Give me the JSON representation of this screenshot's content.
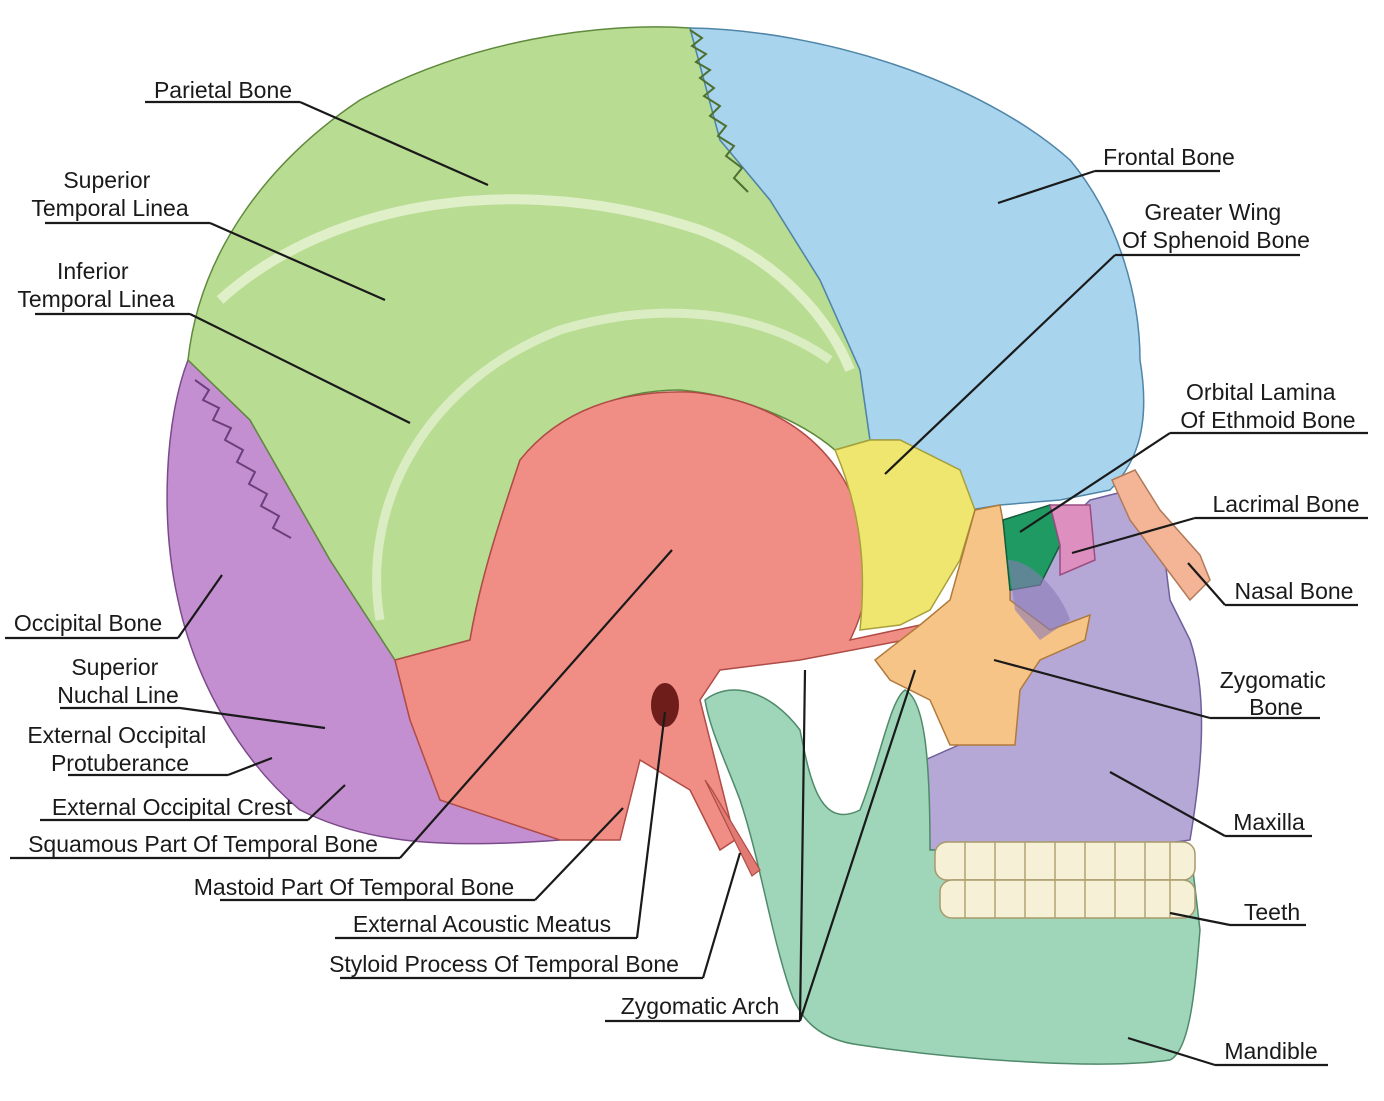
{
  "labels": {
    "parietal": [
      "Parietal Bone"
    ],
    "superior_temporal_linea": [
      "Superior",
      "Temporal Linea"
    ],
    "inferior_temporal_linea": [
      "Inferior",
      "Temporal Linea"
    ],
    "occipital": [
      "Occipital Bone"
    ],
    "superior_nuchal_line": [
      "Superior",
      "Nuchal Line"
    ],
    "external_occipital_protuberance": [
      "External Occipital",
      "Protuberance"
    ],
    "external_occipital_crest": [
      "External Occipital Crest"
    ],
    "squamous_temporal": [
      "Squamous Part Of Temporal Bone"
    ],
    "mastoid_temporal": [
      "Mastoid Part Of Temporal Bone"
    ],
    "external_acoustic_meatus": [
      "External Acoustic Meatus"
    ],
    "styloid_process": [
      "Styloid Process Of Temporal Bone"
    ],
    "zygomatic_arch": [
      "Zygomatic Arch"
    ],
    "frontal": [
      "Frontal Bone"
    ],
    "greater_wing_sphenoid": [
      "Greater Wing",
      "Of Sphenoid Bone"
    ],
    "orbital_lamina_ethmoid": [
      "Orbital Lamina",
      "Of Ethmoid Bone"
    ],
    "lacrimal": [
      "Lacrimal Bone"
    ],
    "nasal": [
      "Nasal Bone"
    ],
    "zygomatic_bone": [
      "Zygomatic",
      "Bone"
    ],
    "maxilla": [
      "Maxilla"
    ],
    "teeth": [
      "Teeth"
    ],
    "mandible": [
      "Mandible"
    ]
  },
  "colors": {
    "parietal": "#b9dc93",
    "frontal": "#a9d4ee",
    "occipital": "#c48fd0",
    "temporal": "#f08e86",
    "sphenoid": "#eee66e",
    "zygomatic": "#f6c486",
    "maxilla": "#b5a7d6",
    "mandible": "#9fd5b8",
    "ethmoid": "#1f9a63",
    "lacrimal": "#dd8fc0",
    "nasal": "#f3b596",
    "teeth": "#f6f0d7"
  }
}
